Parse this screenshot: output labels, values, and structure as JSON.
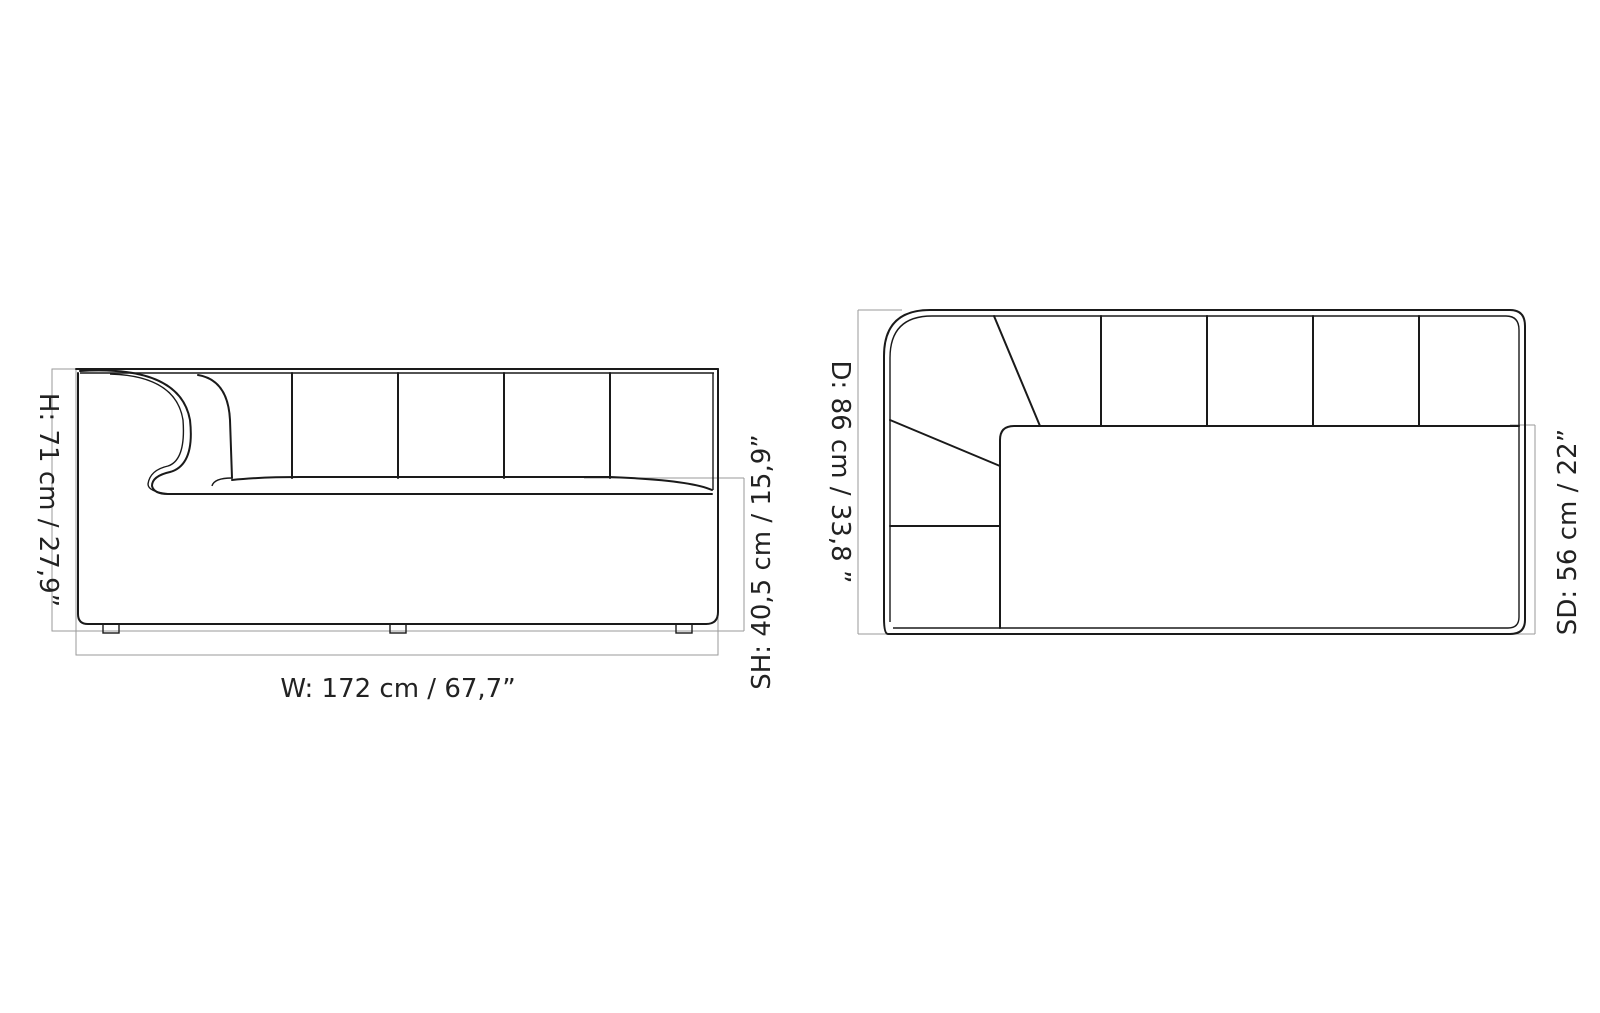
{
  "views": {
    "front": {
      "height_label": "H: 71 cm / 27,9”",
      "width_label": "W: 172 cm / 67,7”",
      "seat_height_label": "SH: 40,5 cm / 15,9”"
    },
    "top": {
      "depth_label": "D: 86 cm / 33,8 ”",
      "seat_depth_label": "SD: 56 cm / 22”"
    }
  }
}
